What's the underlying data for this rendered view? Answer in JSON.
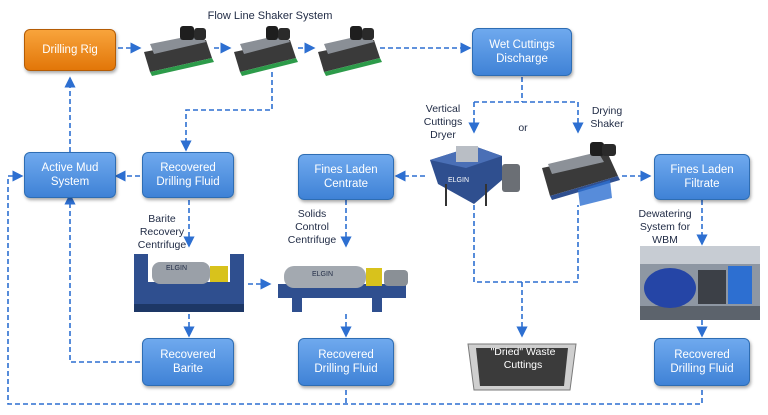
{
  "title": "Flow Line Shaker System",
  "boxes": {
    "drilling_rig": "Drilling Rig",
    "wet_cuttings": "Wet Cuttings\nDischarge",
    "active_mud": "Active Mud\nSystem",
    "recovered_fluid_1": "Recovered\nDrilling Fluid",
    "fines_centrate": "Fines Laden\nCentrate",
    "fines_filtrate": "Fines Laden\nFiltrate",
    "recovered_barite": "Recovered\nBarite",
    "recovered_fluid_2": "Recovered\nDrilling Fluid",
    "recovered_fluid_3": "Recovered\nDrilling Fluid"
  },
  "labels": {
    "vertical_dryer": "Vertical\nCuttings\nDryer",
    "or": "or",
    "drying_shaker": "Drying\nShaker",
    "barite_centrifuge": "Barite\nRecovery\nCentrifuge",
    "solids_centrifuge": "Solids\nControl\nCentrifuge",
    "dewatering": "Dewatering\nSystem for\nWBM",
    "dried_waste": "\"Dried\" Waste\nCuttings"
  },
  "brand": "ELGIN",
  "colors": {
    "flow_line": "#2d6fd1",
    "box_blue": "#4a8ee0",
    "box_orange": "#f08a1c"
  }
}
